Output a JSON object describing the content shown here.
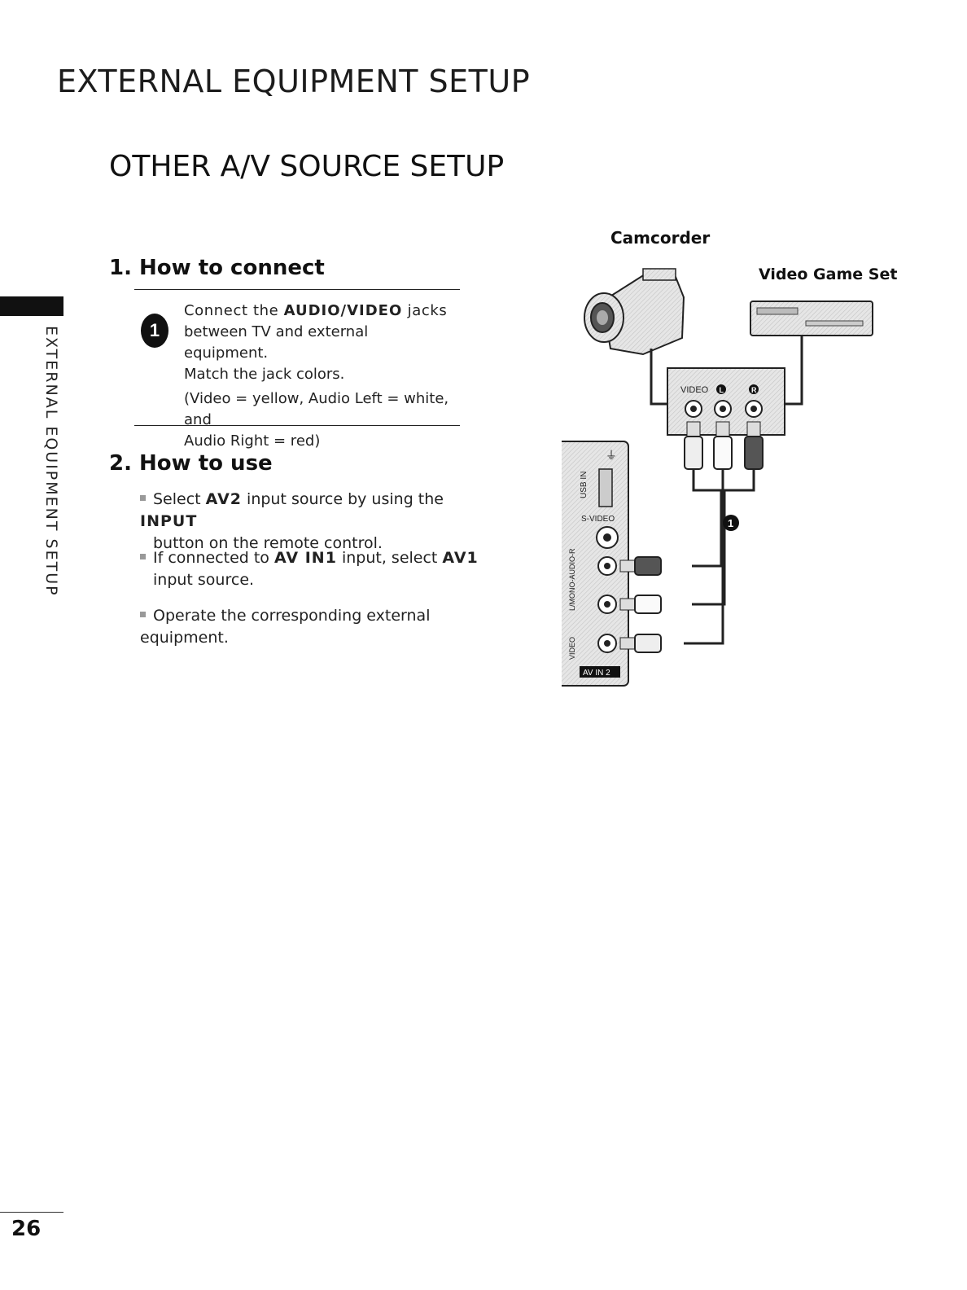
{
  "header": {
    "title": "EXTERNAL EQUIPMENT SETUP"
  },
  "section": {
    "title": "OTHER A/V SOURCE SETUP"
  },
  "side_tab": {
    "label": "EXTERNAL EQUIPMENT SETUP"
  },
  "connect": {
    "heading": "1. How to connect",
    "step_number": "1",
    "line1_pre": "Connect the ",
    "line1_bold": "AUDIO/VIDEO",
    "line1_post": " jacks",
    "line2": "between TV and external equipment.",
    "line3": "Match the jack colors.",
    "line4": "(Video = yellow, Audio Left = white, and",
    "line5": "Audio Right = red)"
  },
  "use": {
    "heading": "2. How to use",
    "b1_a": "Select ",
    "b1_bold": "AV2",
    "b1_b": " input source by using the ",
    "b1_bold2": "INPUT",
    "b1_line2": "button on the remote control.",
    "b2_a": "If connected to ",
    "b2_bold": "AV IN1",
    "b2_b": " input, select ",
    "b2_bold2": "AV1",
    "b2_line2": "input source.",
    "b3": "Operate the corresponding external equipment."
  },
  "diagram": {
    "camcorder_label": "Camcorder",
    "game_label": "Video Game Set",
    "video_label": "VIDEO",
    "l_label": "L",
    "r_label": "R",
    "usb_label": "USB IN",
    "svideo_label": "S-VIDEO",
    "audio_label": "L/MONO-AUDIO-R",
    "video_side_label": "VIDEO",
    "av_in_label": "AV IN 2",
    "callout": "1"
  },
  "footer": {
    "page_number": "26"
  }
}
